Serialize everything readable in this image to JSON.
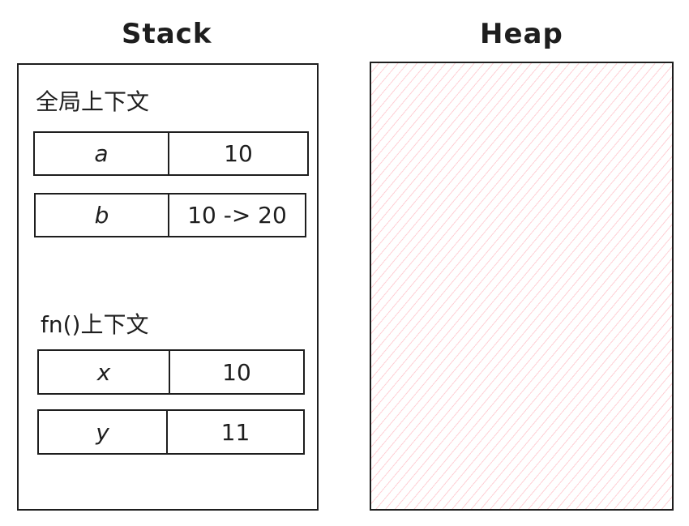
{
  "stack": {
    "title": "Stack",
    "contexts": [
      {
        "label": "全局上下文",
        "rows": [
          {
            "key": "a",
            "value": "10"
          },
          {
            "key": "b",
            "value": "10 -> 20"
          }
        ]
      },
      {
        "label": "fn()上下文",
        "rows": [
          {
            "key": "x",
            "value": "10"
          },
          {
            "key": "y",
            "value": "11"
          }
        ]
      }
    ]
  },
  "heap": {
    "title": "Heap",
    "fill_color": "#ffb0b8"
  },
  "colors": {
    "stroke": "#1e1e1e",
    "heap_hatch": "#ffaab4",
    "background": "#ffffff"
  }
}
